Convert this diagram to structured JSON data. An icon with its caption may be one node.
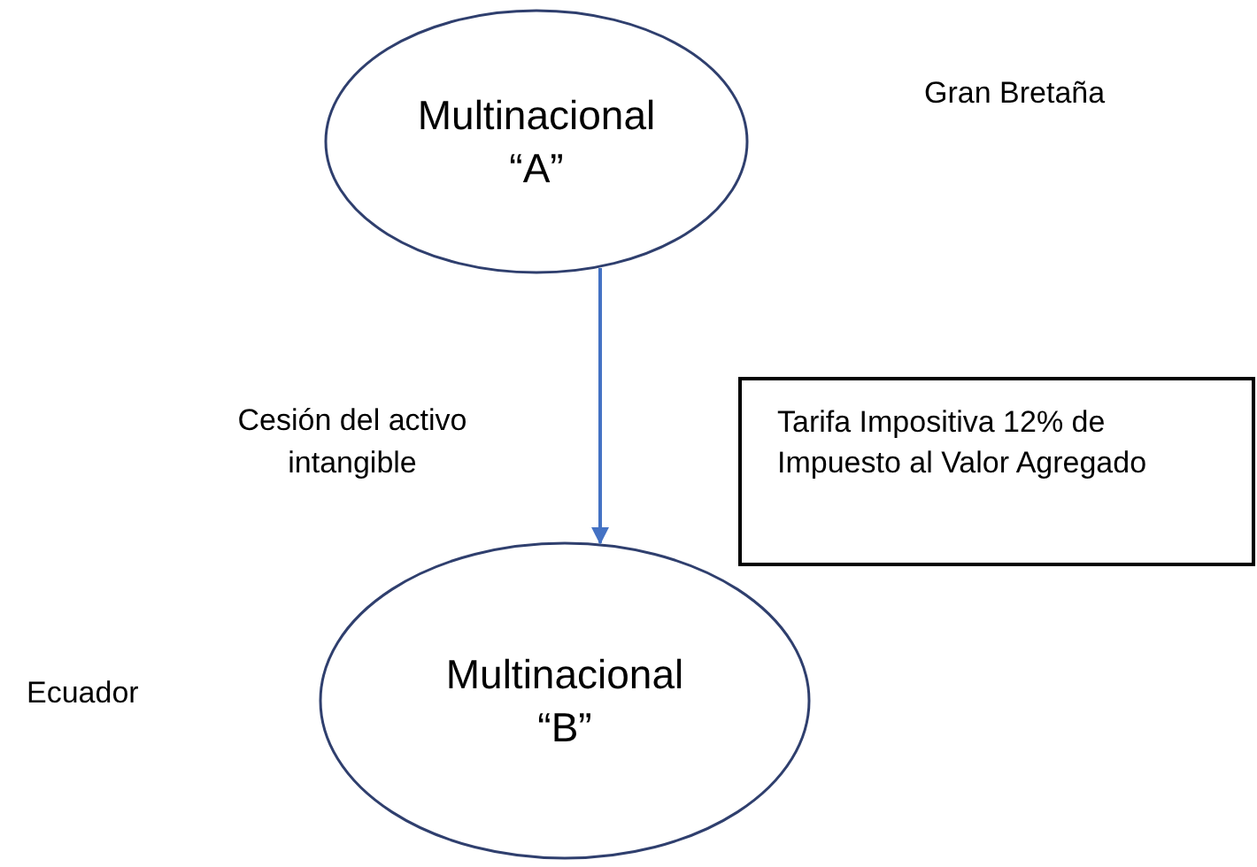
{
  "diagram": {
    "nodes": [
      {
        "text": [
          "Multinacional “A”"
        ]
      },
      {
        "text": [
          "Multinacional “B”"
        ]
      },
      {
        "text": [
          "Tarifa Impositiva 12% de Impuesto al Valor Agregado"
        ]
      }
    ],
    "edges": [
      {
        "from": 0,
        "to": 1,
        "arrow": "to",
        "label": "Cesión del activo intangible",
        "color": "#4472c4"
      }
    ],
    "labels": [
      "Gran Bretaña",
      "Ecuador"
    ]
  }
}
